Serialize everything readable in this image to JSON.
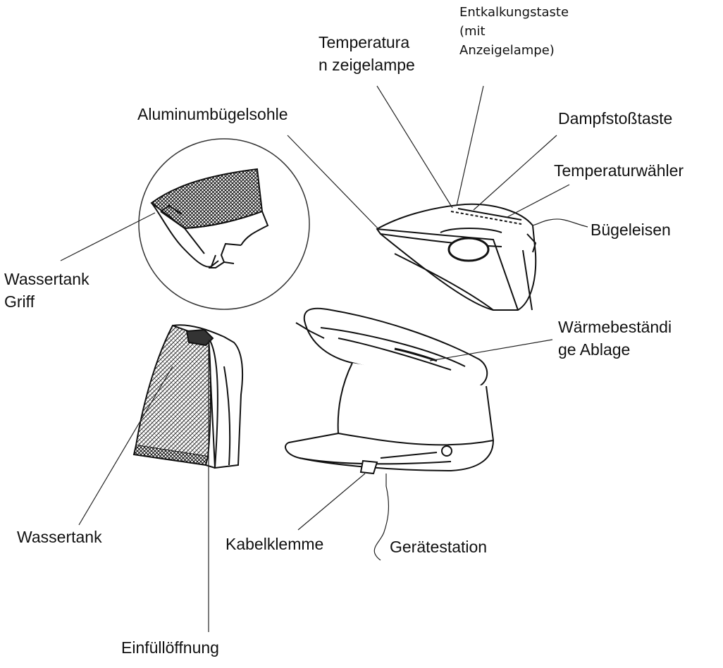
{
  "diagram": {
    "labels": {
      "entkalkung": [
        "Entkalkungstaste",
        "(mit",
        "Anzeigelampe)"
      ],
      "temperaturanzeige": [
        "Temperatura",
        "n zeigelampe"
      ],
      "aluminium": "Aluminumbügelsohle",
      "dampfstoss": "Dampfstoßtaste",
      "temperaturwaehler": "Temperaturwähler",
      "buegeleisen": "Bügeleisen",
      "wassertank_griff": [
        "Wassertank",
        "Griff"
      ],
      "ablage": [
        "Wärmebeständi",
        "ge Ablage"
      ],
      "wassertank": "Wassertank",
      "kabelklemme": "Kabelklemme",
      "geraetestation": "Gerätestation",
      "einfuelloeffnung": "Einfüllöffnung"
    }
  }
}
